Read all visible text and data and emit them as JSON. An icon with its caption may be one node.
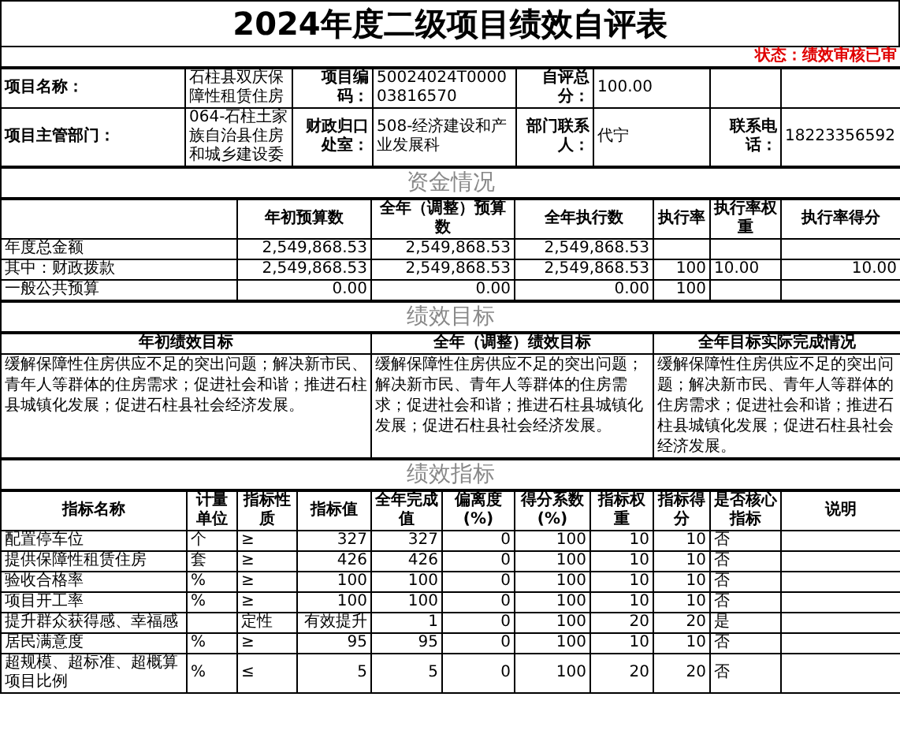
{
  "diagram": {
    "title": "2024年度二级项目绩效自评表",
    "labels": [
      "状态：绩效审核已审",
      "项目名称：",
      "石柱县双庆保障性租赁住房",
      "项目编码：",
      "50024024T000003816570",
      "自评总分：",
      "100.00",
      "项目主管部门：",
      "064-石柱土家族自治县住房和城乡建设委",
      "财政归口处室：",
      "508-经济建设和产业发展科",
      "部门联系人：",
      "代宁",
      "联系电话：",
      "18223356592",
      "资金情况",
      "年初预算数",
      "全年（调整）预算数",
      "全年执行数",
      "执行率",
      "执行率权重",
      "执行率得分",
      "年度总金额",
      "2,549,868.53",
      "2,549,868.53",
      "2,549,868.53",
      "其中：财政拨款",
      "2,549,868.53",
      "2,549,868.53",
      "2,549,868.53",
      "100",
      "10.00",
      "10.00",
      "一般公共预算",
      "0.00",
      "0.00",
      "0.00",
      "100",
      "绩效目标",
      "年初绩效目标",
      "全年（调整）绩效目标",
      "全年目标实际完成情况",
      "缓解保障性住房供应不足的突出问题；解决新市民、青年人等群体的住房需求；促进社会和谐；推进石柱县城镇化发展；促进石柱县社会经济发展。",
      "缓解保障性住房供应不足的突出问题；解决新市民、青年人等群体的住房需求；促进社会和谐；推进石柱县城镇化发展；促进石柱县社会经济发展。",
      "缓解保障性住房供应不足的突出问题；解决新市民、青年人等群体的住房需求；促进社会和谐；推进石柱县城镇化发展；促进石柱县社会经济发展。",
      "绩效指标",
      "指标名称",
      "计量单位",
      "指标性质",
      "指标值",
      "全年完成值",
      "偏离度(%)",
      "得分系数(%)",
      "指标权重",
      "指标得分",
      "是否核心指标",
      "说明",
      "配置停车位",
      "个",
      "≥",
      "327",
      "327",
      "0",
      "100",
      "10",
      "10",
      "否",
      "提供保障性租赁住房",
      "套",
      "≥",
      "426",
      "426",
      "0",
      "100",
      "10",
      "10",
      "否",
      "验收合格率",
      "%",
      "≥",
      "100",
      "100",
      "0",
      "100",
      "10",
      "10",
      "否",
      "项目开工率",
      "%",
      "≥",
      "100",
      "100",
      "0",
      "100",
      "10",
      "10",
      "否",
      "提升群众获得感、幸福感",
      "定性",
      "有效提升",
      "1",
      "0",
      "100",
      "20",
      "20",
      "是",
      "居民满意度",
      "%",
      "≥",
      "95",
      "95",
      "0",
      "100",
      "10",
      "10",
      "否",
      "超规模、超标准、超概算项目比例",
      "%",
      "≤",
      "5",
      "5",
      "0",
      "100",
      "20",
      "20",
      "否"
    ]
  }
}
